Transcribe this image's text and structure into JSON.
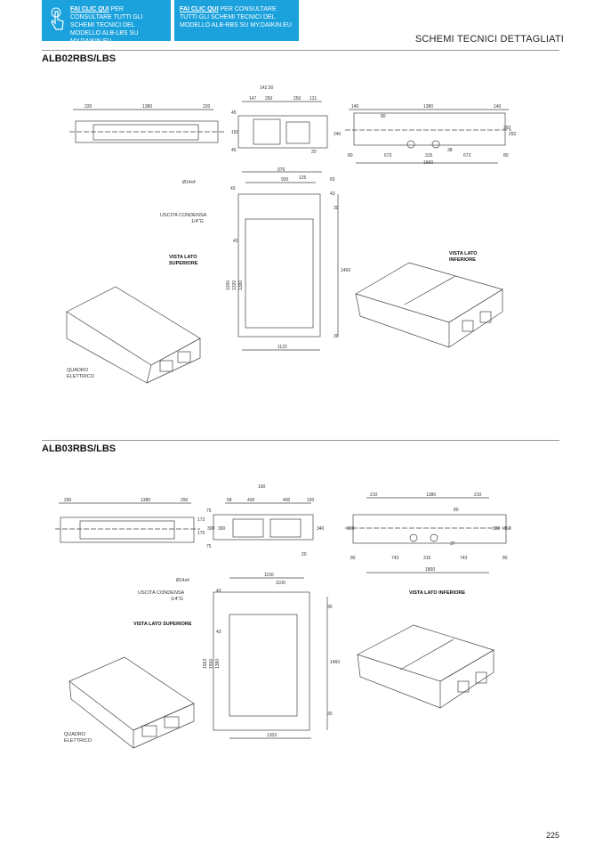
{
  "banners": [
    {
      "link": "FAI CLIC QUI",
      "text": " PER CONSULTARE TUTTI GLI SCHEMI TECNICI DEL MODELLO ALB-LBS SU MY.DAIKIN.EU"
    },
    {
      "link": "FAI CLIC QUI",
      "text": " PER CONSULTARE TUTTI GLI SCHEMI TECNICI DEL MODELLO ALB-RBS SU MY.DAIKIN.EU"
    }
  ],
  "section_title": "SCHEMI TECNICI DETTAGLIATI",
  "models": [
    {
      "name": "ALB02RBS/LBS",
      "dims": [
        "220",
        "1380",
        "220",
        "142.50",
        "147",
        "250",
        "250",
        "131",
        "240",
        "20",
        "45",
        "150",
        "45",
        "140",
        "1380",
        "140",
        "80",
        "673",
        "315",
        "673",
        "38",
        "80",
        "80",
        "1660",
        "250",
        "292",
        "976",
        "920",
        "125",
        "83",
        "43",
        "43",
        "30",
        "30",
        "42",
        "1200",
        "1320",
        "1380",
        "1460",
        "1122"
      ],
      "labels": {
        "hole": "Ø14x4",
        "drain": "USCITA CONDENSA",
        "drain_size": "1/4\"G",
        "top_view": "VISTA LATO",
        "top_view2": "SUPERIORE",
        "bottom_view": "VISTA LATO",
        "bottom_view2": "INFERIORE",
        "panel": "QUADRO",
        "panel2": "ELETTRICO"
      }
    },
    {
      "name": "ALB03RBS/LBS",
      "dims": [
        "290",
        "1380",
        "290",
        "100",
        "68",
        "400",
        "400",
        "150",
        "300",
        "300",
        "340",
        "20",
        "75",
        "75",
        "210",
        "1380",
        "210",
        "80",
        "300",
        "330",
        "362",
        "80",
        "743",
        "315",
        "743",
        "80",
        "1800",
        "37",
        "1156",
        "1100",
        "43",
        "43",
        "30",
        "30",
        "1563",
        "1500",
        "1380",
        "1460",
        "1303",
        "172",
        "175"
      ],
      "labels": {
        "hole": "Ø14x4",
        "drain": "USCITA CONDENSA",
        "drain_size": "1/4\"G",
        "top_view": "VISTA LATO SUPERIORE",
        "bottom_view": "VISTA LATO INFERIORE",
        "panel": "QUADRO",
        "panel2": "ELETTRICO"
      }
    }
  ],
  "page_number": "225"
}
